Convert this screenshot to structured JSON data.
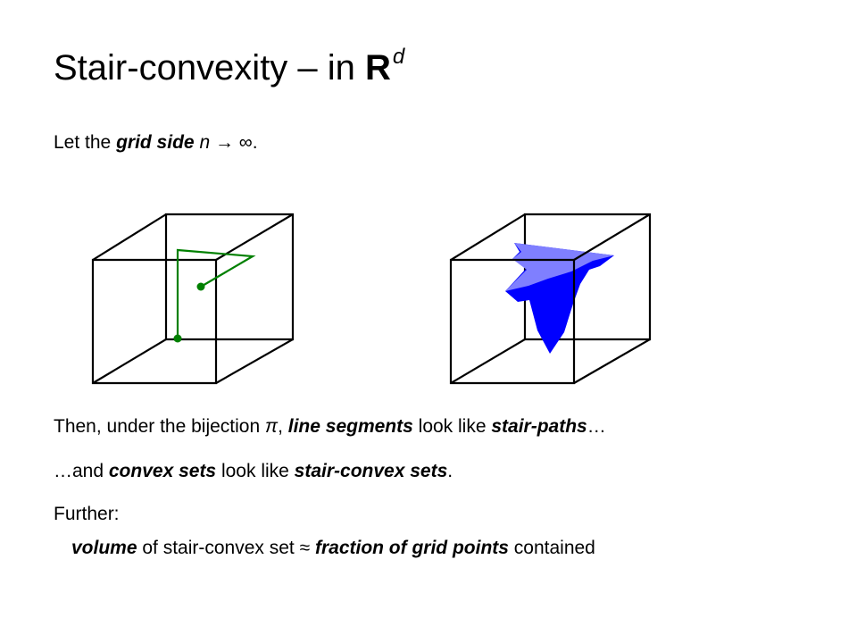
{
  "title": {
    "text": "Stair-convexity – in ",
    "bold": "R",
    "sup": "d"
  },
  "line1": {
    "a": "Let the ",
    "b": "grid side",
    "c": " ",
    "d": "n",
    "e": " → ∞."
  },
  "line2": {
    "a": "Then, under the bijection ",
    "b": "π",
    "c": ", ",
    "d": "line segments",
    "e": " look like ",
    "f": "stair-paths",
    "g": "…"
  },
  "line3": {
    "a": "…and ",
    "b": "convex sets",
    "c": " look like ",
    "d": "stair-convex sets",
    "e": "."
  },
  "line4": {
    "a": "Further:"
  },
  "line5": {
    "a": "volume",
    "b": " of stair-convex set ≈ ",
    "c": "fraction of grid points",
    "d": " contained"
  },
  "colors": {
    "path": "#008000",
    "shape_dark": "#0000ff",
    "shape_light": "#7f7fff",
    "edges": "#000000"
  }
}
